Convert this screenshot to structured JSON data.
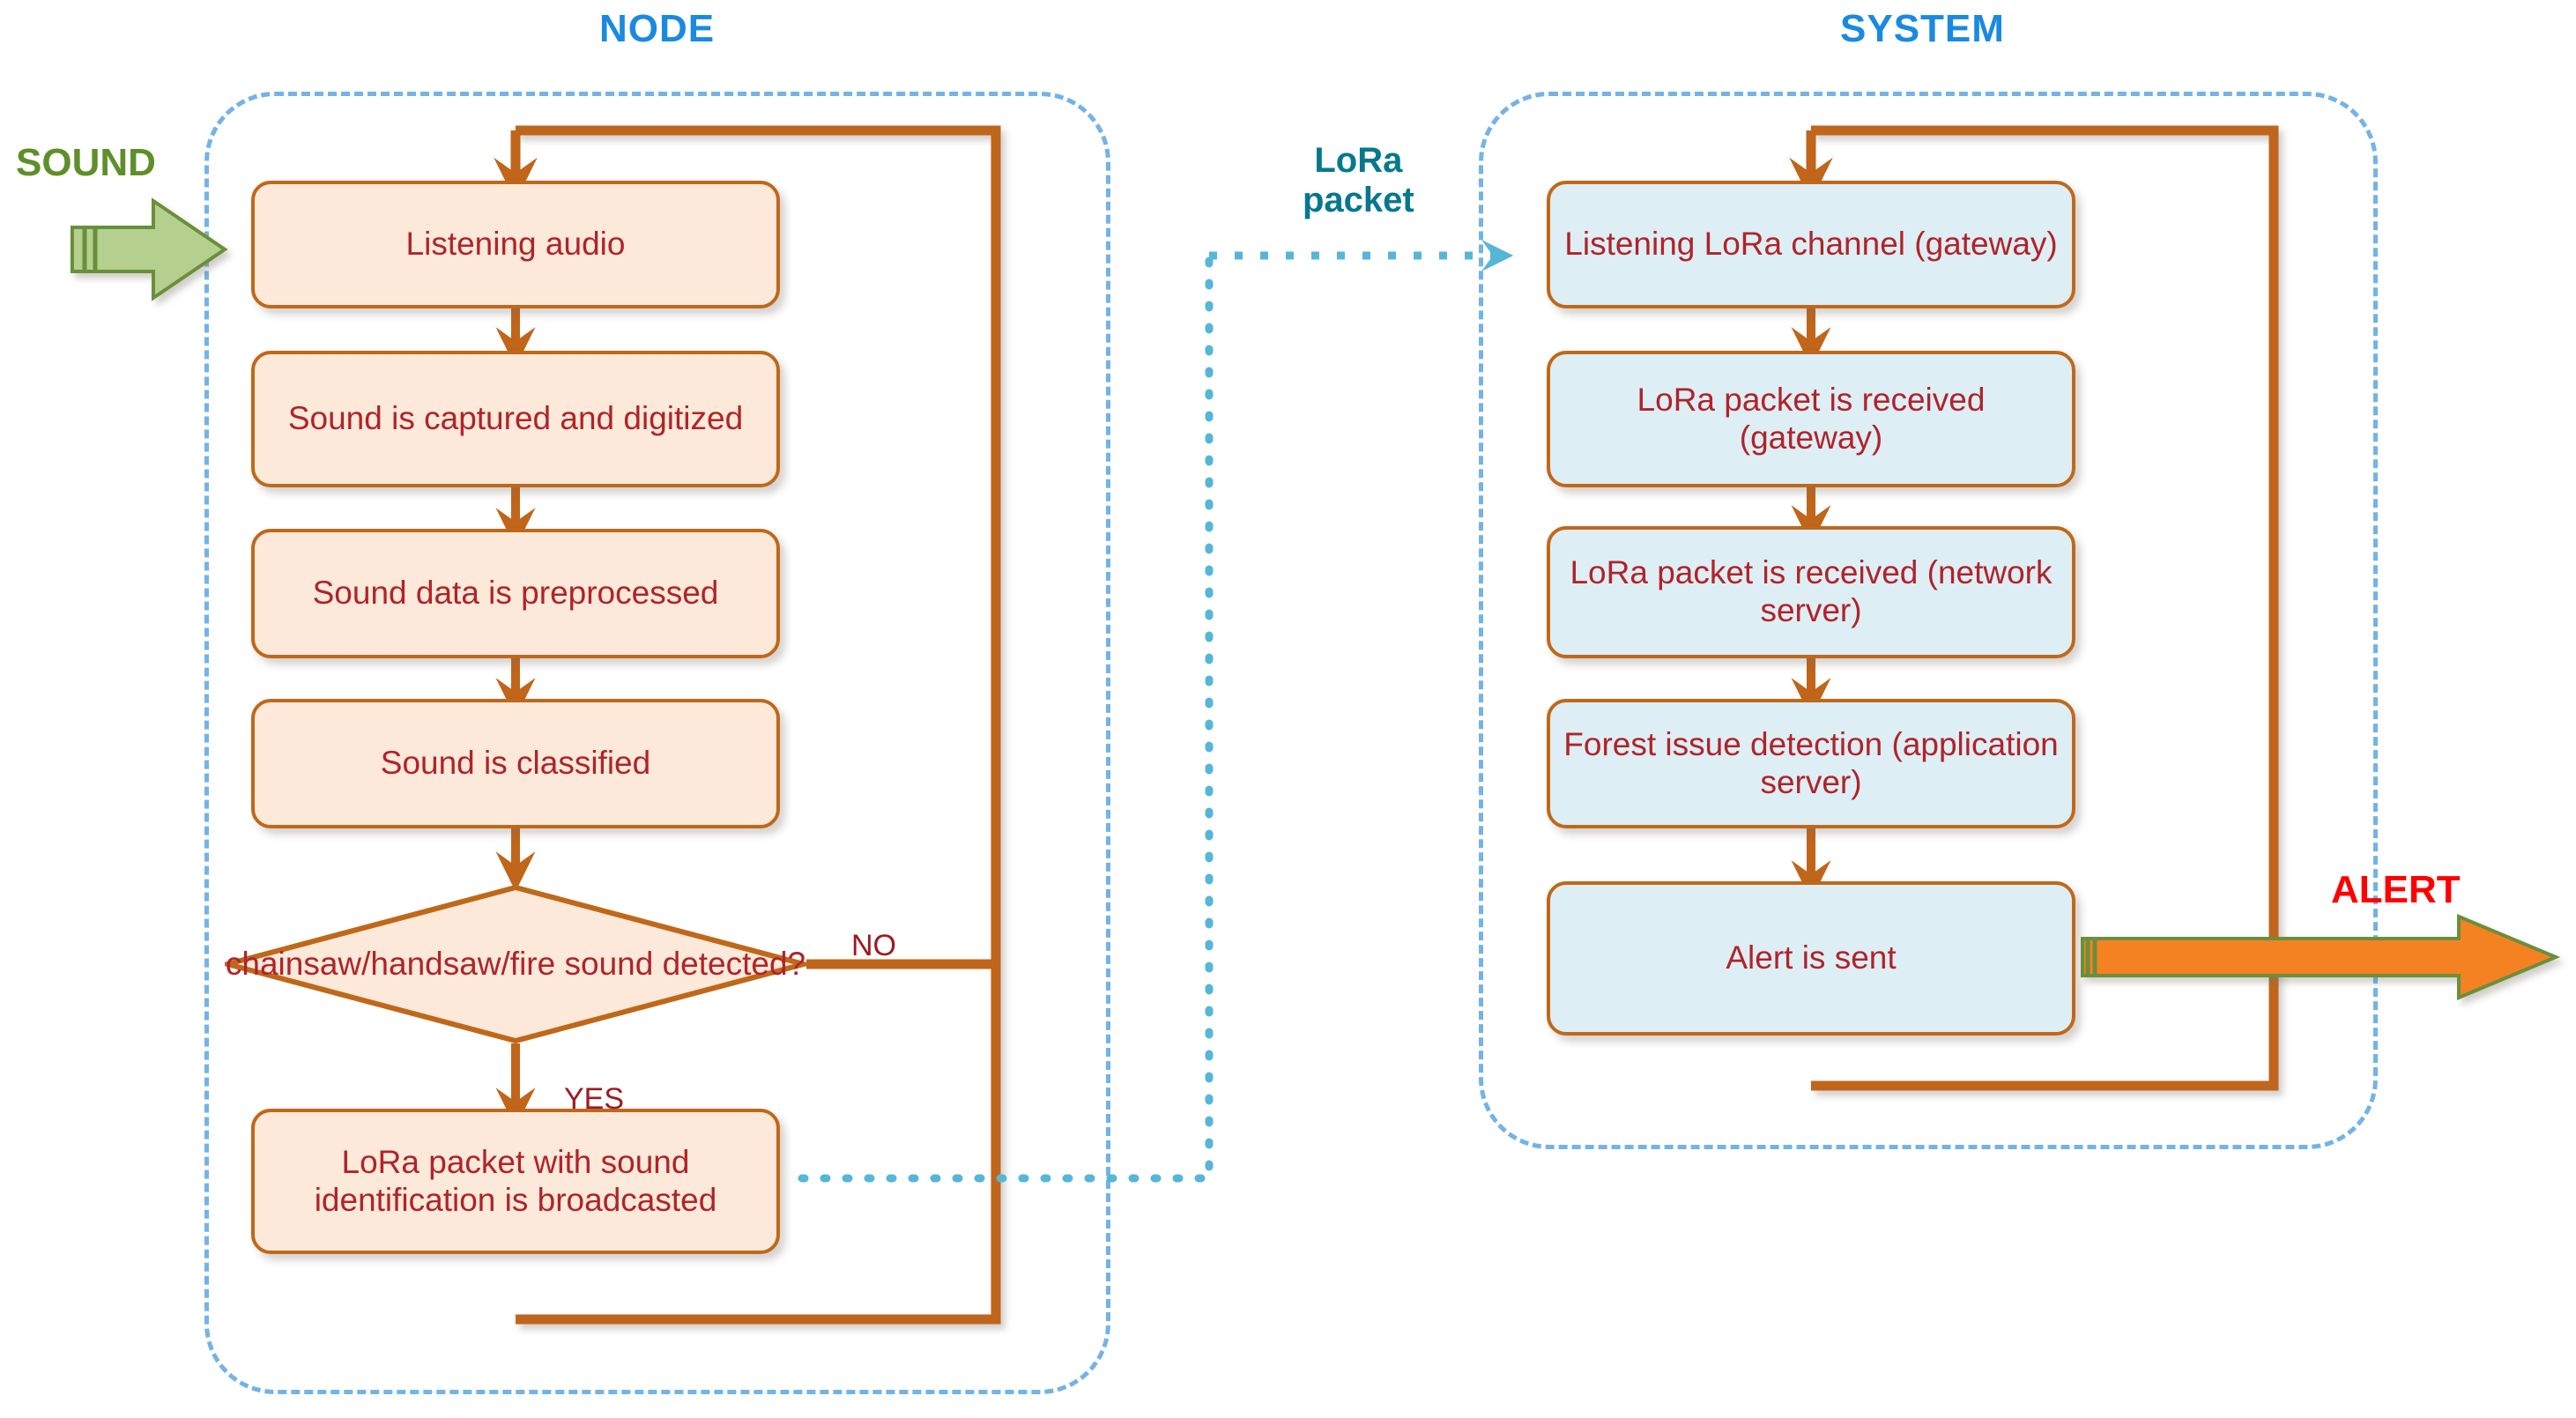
{
  "sections": {
    "node": {
      "title": "NODE"
    },
    "system": {
      "title": "SYSTEM"
    }
  },
  "captions": {
    "sound": "SOUND",
    "alert": "ALERT",
    "lora_packet_line1": "LoRa",
    "lora_packet_line2": "packet"
  },
  "node_flow": {
    "steps": [
      {
        "id": "listening-audio",
        "label": "Listening audio"
      },
      {
        "id": "sound-captured",
        "label": "Sound is captured and digitized"
      },
      {
        "id": "sound-preprocessed",
        "label": "Sound data is preprocessed"
      },
      {
        "id": "sound-classified",
        "label": "Sound is classified"
      },
      {
        "id": "lora-broadcast",
        "label": "LoRa packet with sound identification is broadcasted"
      }
    ],
    "decision": {
      "id": "sound-detected",
      "label": "chainsaw/handsaw/fire sound detected?"
    },
    "edge_labels": {
      "no": "NO",
      "yes": "YES"
    }
  },
  "system_flow": {
    "steps": [
      {
        "id": "listening-lora-channel",
        "label": "Listening LoRa channel (gateway)"
      },
      {
        "id": "packet-received-gateway",
        "label": "LoRa packet is received (gateway)"
      },
      {
        "id": "packet-received-network-server",
        "label": "LoRa packet is received (network server)"
      },
      {
        "id": "forest-issue-detection",
        "label": "Forest issue detection (application server)"
      },
      {
        "id": "alert-sent",
        "label": "Alert is sent"
      }
    ]
  },
  "colors": {
    "section_title": "#1a8ae0",
    "zone_border": "#73b3e7",
    "node_box_fill": "#fce9d9",
    "system_box_fill": "#ddeef4",
    "box_border": "#c0681a",
    "box_text": "#b0232a",
    "connector": "#c0651a",
    "sound_arrow": "#b5cf8e",
    "sound_text": "#5f8f2a",
    "alert_arrow": "#f58220",
    "alert_text": "#ff0000",
    "lora_dotted": "#56b6d8",
    "lora_text": "#06788e"
  },
  "chart_data": {
    "type": "diagram",
    "title": "Node / System LoRa sound-detection flowchart",
    "lanes": [
      "NODE",
      "SYSTEM"
    ],
    "inputs": [
      "SOUND"
    ],
    "outputs": [
      "ALERT"
    ],
    "inter_lane_message": "LoRa packet"
  }
}
